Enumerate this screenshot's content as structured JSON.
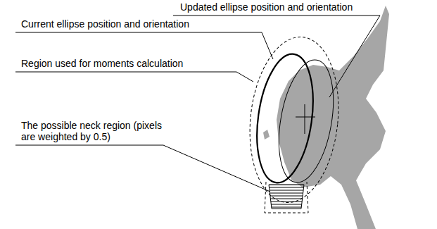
{
  "diagram": {
    "labels": [
      "Updated ellipse position and orientation",
      "Current ellipse position and orientation",
      "Region used for moments calculation",
      "The possible neck region (pixels are weighted by 0.5)"
    ]
  }
}
